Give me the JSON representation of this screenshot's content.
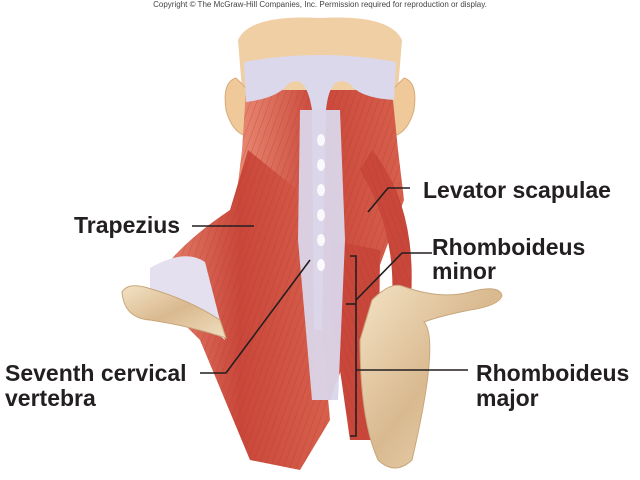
{
  "copyright": "Copyright © The McGraw-Hill Companies, Inc. Permission required for reproduction or display.",
  "labels": {
    "trapezius": "Trapezius",
    "levator_scapulae": "Levator scapulae",
    "rhomboideus_minor_line1": "Rhomboideus",
    "rhomboideus_minor_line2": "minor",
    "seventh_cervical_line1": "Seventh cervical",
    "seventh_cervical_line2": "vertebra",
    "rhomboideus_major_line1": "Rhomboideus",
    "rhomboideus_major_line2": "major"
  },
  "colors": {
    "muscle": "#c8473a",
    "muscle_light": "#e07a68",
    "tendon": "#dcd8ec",
    "bone": "#e9d3b0",
    "skin": "#f0c99a",
    "leader_line": "#231f20"
  }
}
